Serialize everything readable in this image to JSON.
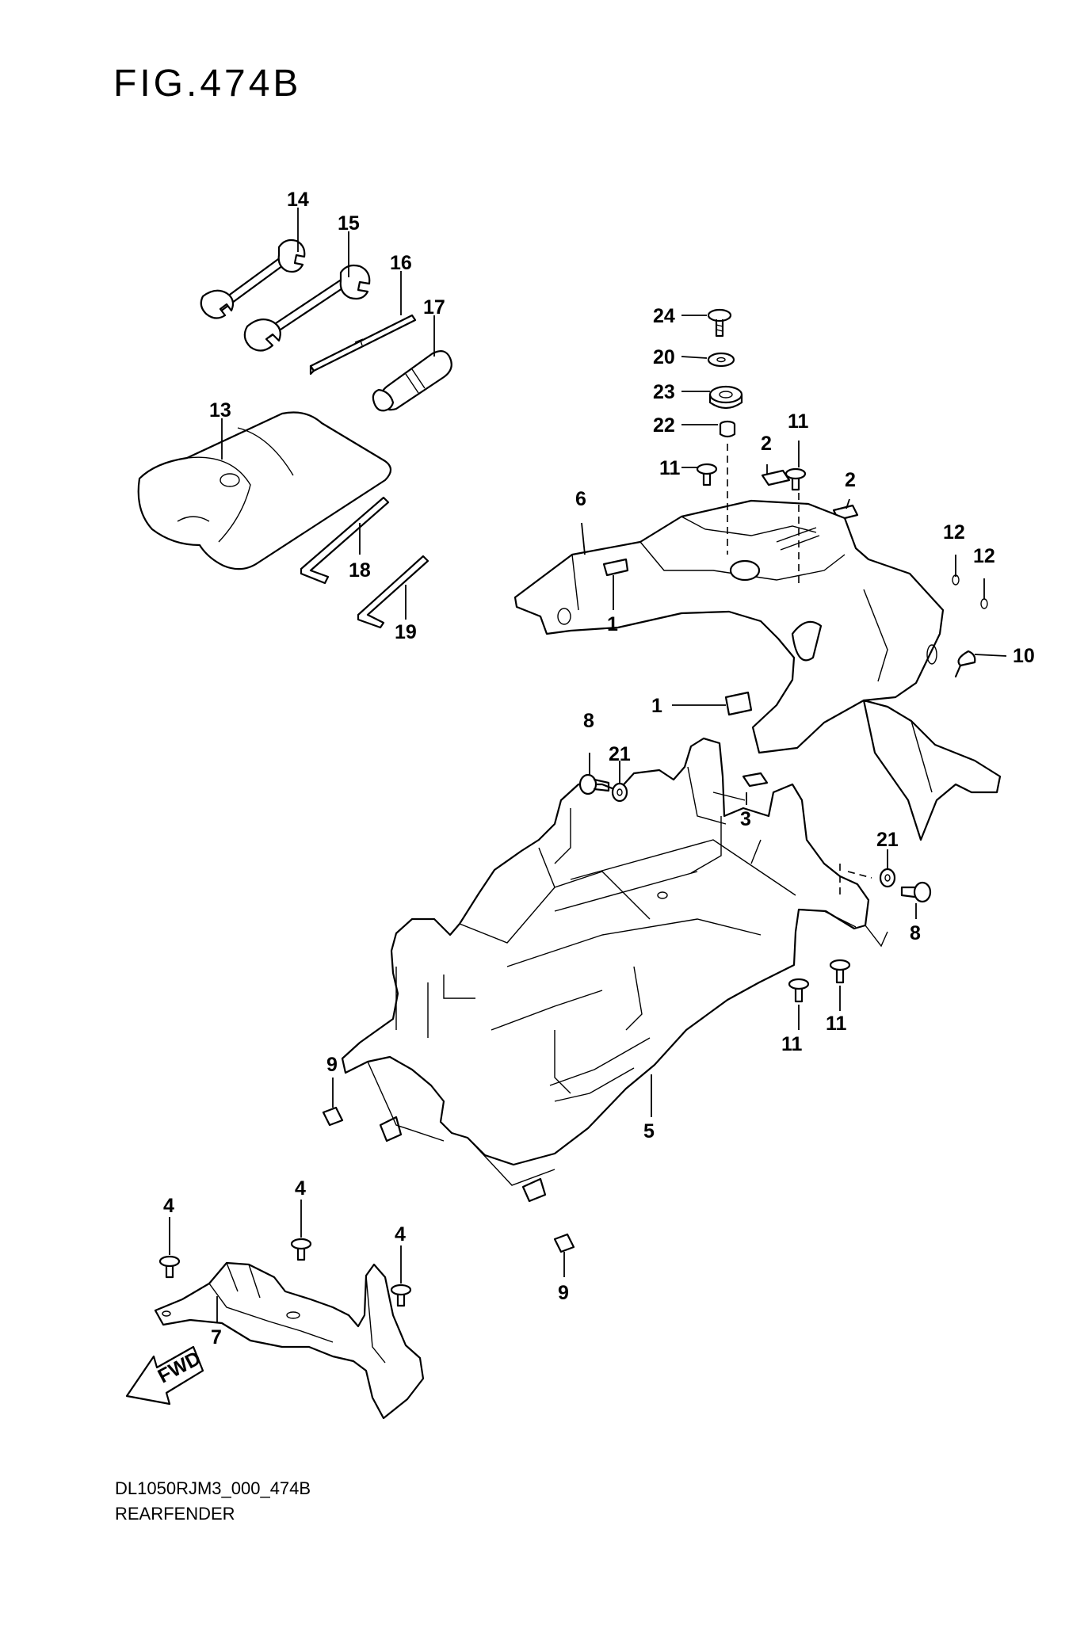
{
  "figure": {
    "title": "FIG.474B",
    "code": "DL1050RJM3_000_474B",
    "name": "REARFENDER"
  },
  "fwd_label": "FWD",
  "callouts": {
    "c14": "14",
    "c15": "15",
    "c16": "16",
    "c17": "17",
    "c13": "13",
    "c18": "18",
    "c19": "19",
    "c24": "24",
    "c20": "20",
    "c23": "23",
    "c22": "22",
    "c11a": "11",
    "c11b": "11",
    "c2a": "2",
    "c2b": "2",
    "c6": "6",
    "c1a": "1",
    "c1b": "1",
    "c12a": "12",
    "c12b": "12",
    "c10": "10",
    "c8a": "8",
    "c21a": "21",
    "c3": "3",
    "c21b": "21",
    "c8b": "8",
    "c11c": "11",
    "c11d": "11",
    "c9a": "9",
    "c5": "5",
    "c9b": "9",
    "c4a": "4",
    "c4b": "4",
    "c4c": "4",
    "c7": "7"
  }
}
